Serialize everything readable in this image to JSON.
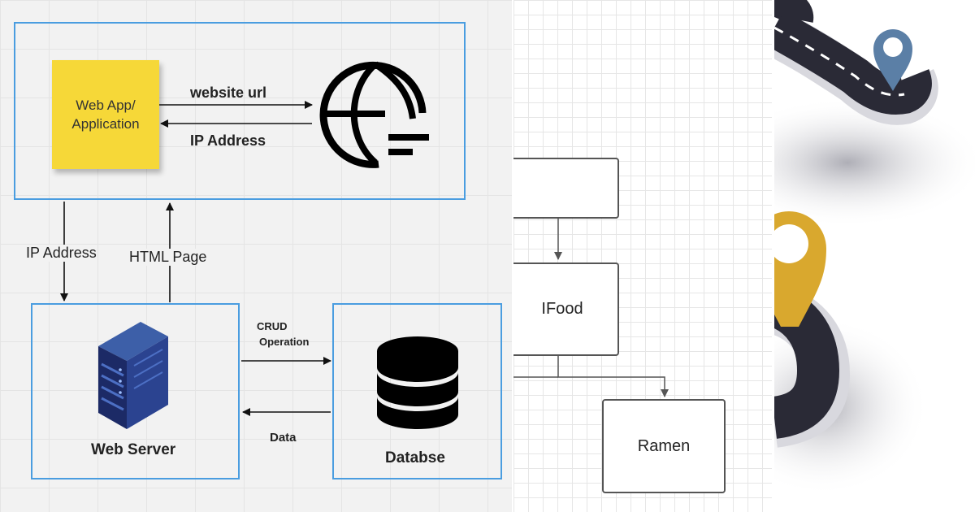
{
  "architecture_diagram": {
    "client_node": {
      "label": "Web App/ Application"
    },
    "arrows": {
      "request_label": "website url",
      "response_label": "IP Address",
      "server_ip_label": "IP Address",
      "html_page_label": "HTML Page",
      "crud_label_line1": "CRUD",
      "crud_label_line2": "Operation",
      "data_label": "Data"
    },
    "server_node": {
      "label": "Web Server"
    },
    "database_node": {
      "label": "Databse"
    }
  },
  "flowchart": {
    "nodes": [
      {
        "label": ""
      },
      {
        "label": "IFood"
      },
      {
        "label": "Ramen"
      }
    ]
  },
  "colors": {
    "box_border": "#4a9de0",
    "sticky_note": "#f6d838",
    "road": "#2a2a36",
    "pin_blue": "#5b7fa6",
    "pin_yellow": "#d9a82e"
  }
}
